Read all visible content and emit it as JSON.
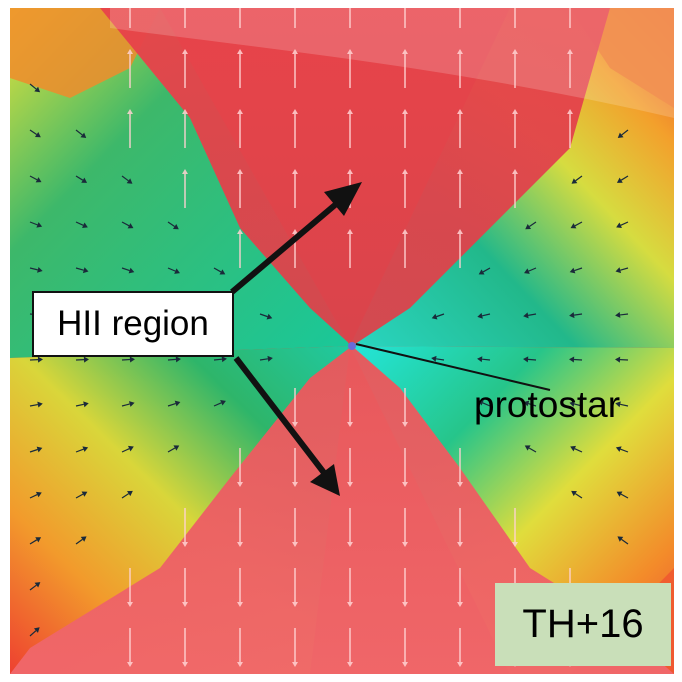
{
  "labels": {
    "region": "HII region",
    "object": "protostar",
    "model": "TH+16"
  },
  "colors": {
    "lobe": "#ef5a5c",
    "lobe_shade": "#e2474b",
    "disk_green": "#2fbf74",
    "disk_cyan": "#26e0d0",
    "disk_yellow": "#e6d93a",
    "disk_orange": "#f08a2a",
    "disk_red": "#ee3b2b",
    "model_box": "#c9dfb9"
  }
}
